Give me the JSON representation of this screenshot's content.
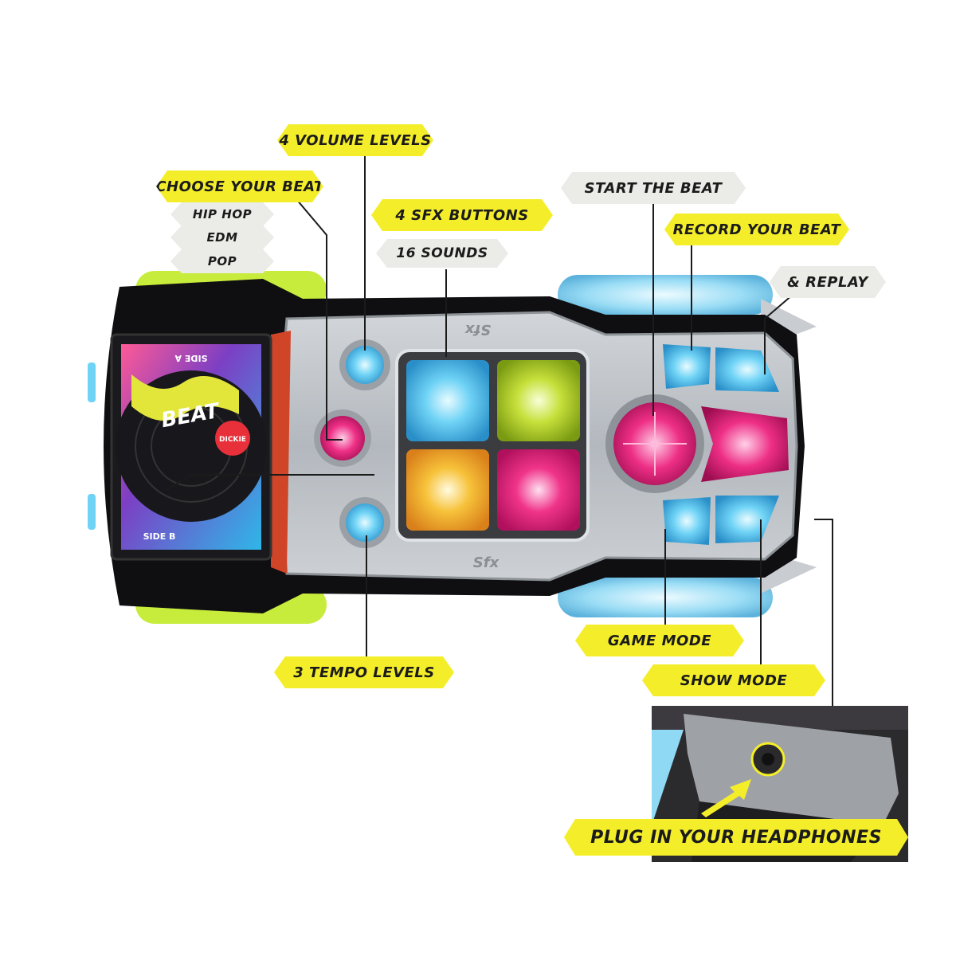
{
  "labels": {
    "volume_levels": "4 VOLUME LEVELS",
    "choose_beat": "CHOOSE YOUR BEAT",
    "beat_options": [
      "HIP HOP",
      "EDM",
      "POP"
    ],
    "sfx_buttons": "4 SFX BUTTONS",
    "sounds": "16 SOUNDS",
    "start_beat": "START THE BEAT",
    "record_beat": "RECORD YOUR BEAT",
    "replay": "& REPLAY",
    "game_mode": "GAME MODE",
    "show_mode": "SHOW MODE",
    "tempo_levels": "3 TEMPO LEVELS",
    "headphones": "PLUG IN YOUR HEADPHONES"
  },
  "toy_markings": {
    "sfx_top": "Sfx",
    "sfx_bottom": "Sfx",
    "side_a": "SIDE A",
    "side_b": "SIDE B",
    "brand": "DICKIE",
    "beat_text": "BEAT"
  },
  "colors": {
    "label_yellow": "#f4ee2a",
    "label_grey": "#ebebe7",
    "pad_blue": "#57c7f2",
    "pad_green": "#c6e03a",
    "pad_orange": "#f7b42c",
    "pad_pink": "#f0348a",
    "body_grey": "#b9bec4",
    "accent_lime": "#c8ec3c"
  }
}
